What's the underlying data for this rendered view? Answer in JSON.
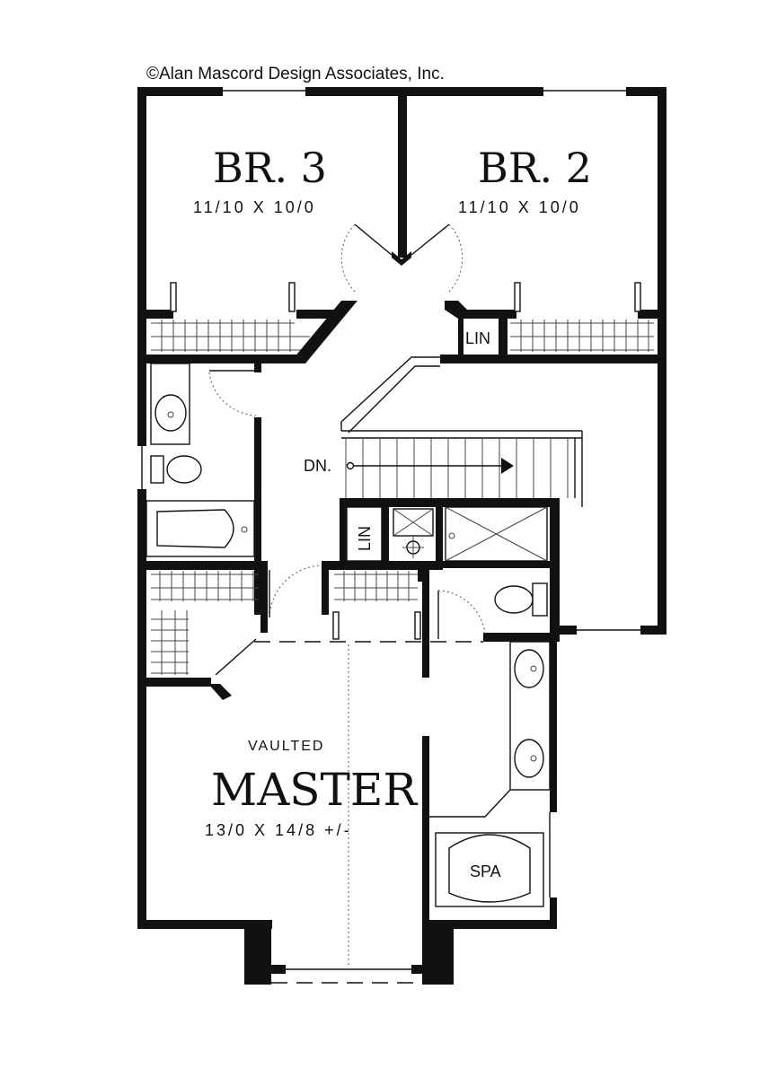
{
  "copyright": "©Alan Mascord Design Associates, Inc.",
  "rooms": {
    "br3": {
      "name": "BR. 3",
      "size": "11/10 X 10/0"
    },
    "br2": {
      "name": "BR. 2",
      "size": "11/10 X 10/0"
    },
    "master": {
      "qualifier": "VAULTED",
      "name": "MASTER",
      "size": "13/0 X 14/8 +/-"
    }
  },
  "labels": {
    "linen_upper": "LIN",
    "linen_hall": "LIN",
    "stairs_down": "DN.",
    "spa": "SPA"
  }
}
